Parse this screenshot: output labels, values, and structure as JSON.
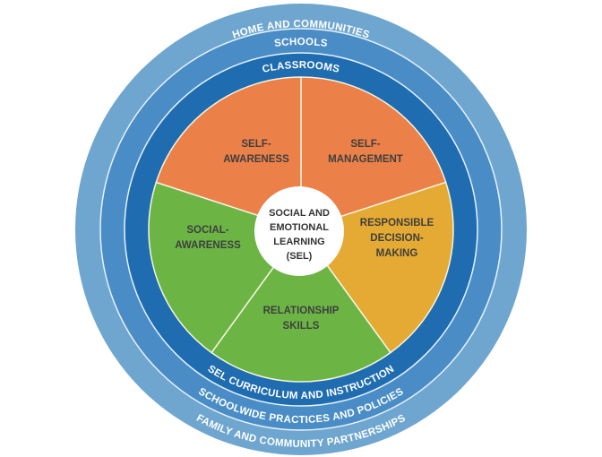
{
  "rings": {
    "outer": {
      "top_label": "HOME AND COMMUNITIES",
      "bottom_label": "FAMILY AND COMMUNITY PARTNERSHIPS",
      "color": "#6fa6cf"
    },
    "middle": {
      "top_label": "SCHOOLS",
      "bottom_label": "SCHOOLWIDE PRACTICES AND POLICIES",
      "color": "#4a8dc6"
    },
    "inner": {
      "top_label": "CLASSROOMS",
      "bottom_label": "SEL CURRICULUM AND INSTRUCTION",
      "color": "#1f6cb0"
    }
  },
  "segments": [
    {
      "lines": [
        "SELF-",
        "MANAGEMENT"
      ],
      "color": "#eb8049"
    },
    {
      "lines": [
        "RESPONSIBLE",
        "DECISION-",
        "MAKING"
      ],
      "color": "#e4aa33"
    },
    {
      "lines": [
        "RELATIONSHIP",
        "SKILLS"
      ],
      "color": "#6cb545"
    },
    {
      "lines": [
        "SOCIAL-",
        "AWARENESS"
      ],
      "color": "#6cb545"
    },
    {
      "lines": [
        "SELF-",
        "AWARENESS"
      ],
      "color": "#eb8049"
    }
  ],
  "center": {
    "lines": [
      "SOCIAL AND",
      "EMOTIONAL",
      "LEARNING",
      "(SEL)"
    ]
  }
}
